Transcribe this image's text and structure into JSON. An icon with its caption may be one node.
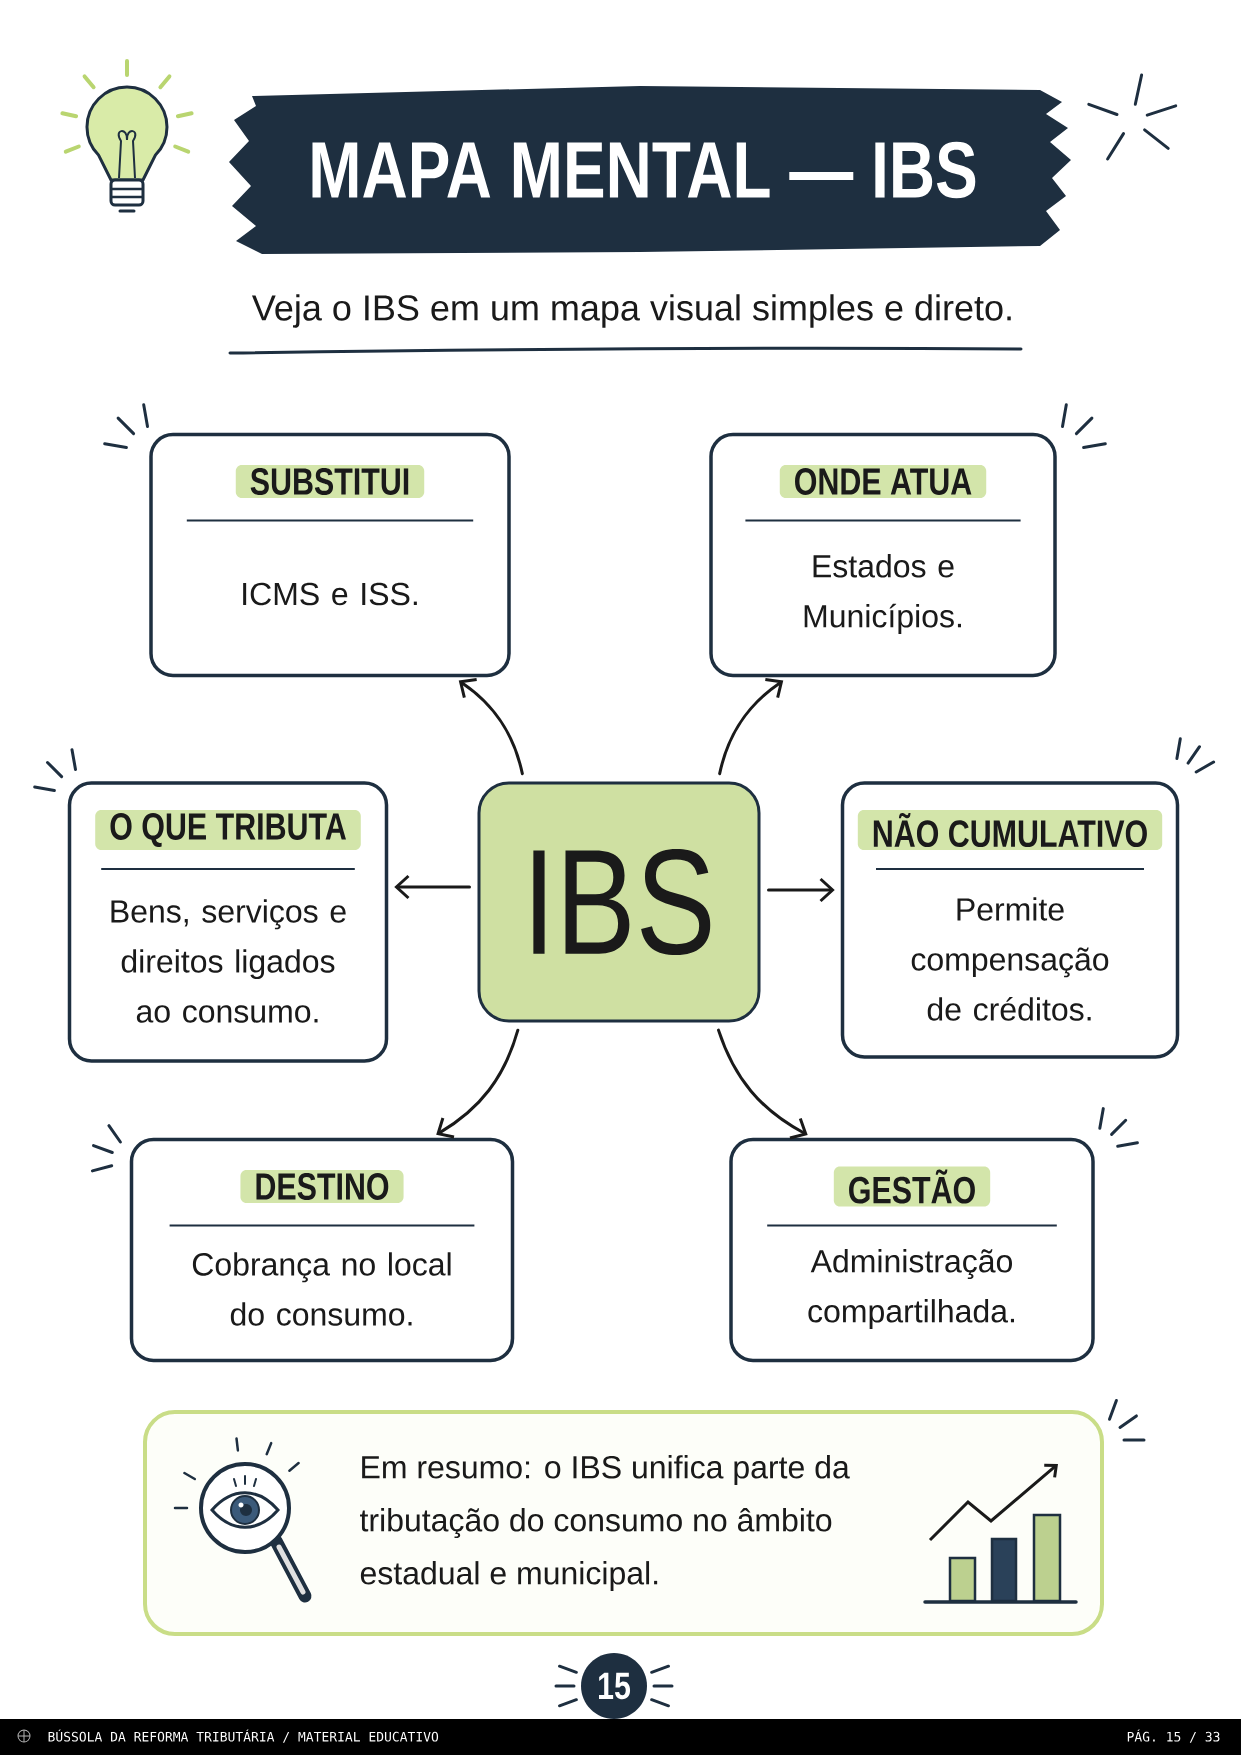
{
  "diagram": {
    "title": "MAPA MENTAL — IBS",
    "nodes": [
      {
        "text": [
          "SUBSTITUI",
          "ICMS e ISS."
        ]
      },
      {
        "text": [
          "ONDE ATUA",
          "Estados e Municípios."
        ]
      },
      {
        "text": [
          "O QUE TRIBUTA",
          "Bens, serviços e direitos ligados ao consumo."
        ]
      },
      {
        "text": [
          "IBS"
        ]
      },
      {
        "text": [
          "NÃO CUMULATIVO",
          "Permite compensação de créditos."
        ]
      },
      {
        "text": [
          "DESTINO",
          "Cobrança no local do consumo."
        ]
      },
      {
        "text": [
          "GESTÃO",
          "Administração compartilhada."
        ]
      },
      {
        "text": [
          "Em resumo: o IBS unifica parte da tributação do consumo no âmbito estadual e municipal."
        ]
      },
      {
        "text": [
          "15"
        ]
      }
    ],
    "edges": [
      {
        "from": 3,
        "to": 0,
        "arrow": "to"
      },
      {
        "from": 3,
        "to": 1,
        "arrow": "to"
      },
      {
        "from": 3,
        "to": 2,
        "arrow": "to"
      },
      {
        "from": 3,
        "to": 4,
        "arrow": "to"
      },
      {
        "from": 3,
        "to": 5,
        "arrow": "to"
      },
      {
        "from": 3,
        "to": 6,
        "arrow": "to"
      }
    ],
    "labels": [
      "Veja o IBS em um mapa visual simples e direto.",
      "BÚSSOLA DA REFORMA TRIBUTÁRIA / MATERIAL EDUCATIVO",
      "PÁG. 15 / 33"
    ]
  }
}
